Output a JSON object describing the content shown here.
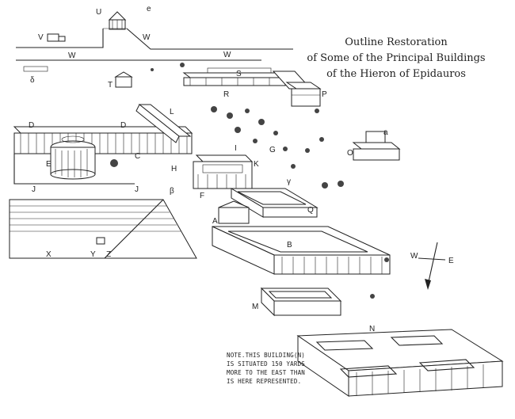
{
  "title_lines": [
    "Outline Restoration",
    "of Some of the Principal Buildings",
    "of the Hieron of Epidauros"
  ],
  "note_lines": [
    "NOTE.THIS BUILDING(N)",
    "IS SITUATED 150 YARDS",
    "MORE TO THE EAST THAN",
    "IS HERE REPRESENTED."
  ],
  "compass": {
    "w": "W",
    "e": "E",
    "top_e": "e"
  },
  "labels": {
    "u": "U",
    "v": "V",
    "w1": "W",
    "w2": "W",
    "w3": "W",
    "s": "S",
    "r": "R",
    "p": "P",
    "delta": "δ",
    "t": "T",
    "l": "L",
    "d1": "D",
    "d2": "D",
    "e": "E",
    "c": "C",
    "h": "H",
    "i": "I",
    "k": "K",
    "a_greek": "a",
    "o": "O",
    "g": "G",
    "j1": "J",
    "j2": "J",
    "beta": "β",
    "f": "F",
    "gamma": "γ",
    "q": "Q",
    "a": "A",
    "b": "B",
    "x": "X",
    "y": "Y",
    "z": "Z",
    "m": "M",
    "n": "N"
  }
}
